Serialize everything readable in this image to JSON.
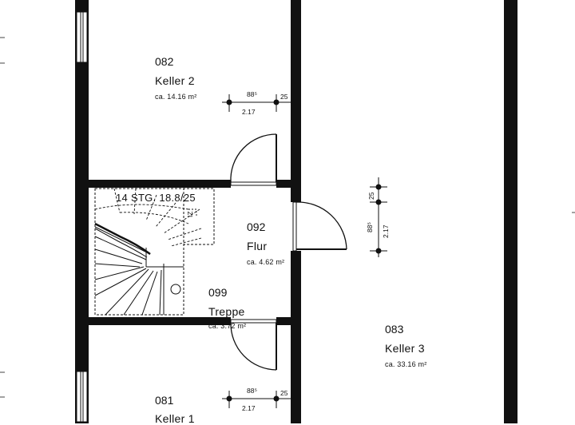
{
  "plan": {
    "stair": {
      "label": "14 STG. 18.8/25",
      "arrow_tag": "IZ"
    },
    "rooms": [
      {
        "number": "082",
        "name": "Keller 2",
        "area": "ca. 14.16 m²"
      },
      {
        "number": "092",
        "name": "Flur",
        "area": "ca. 4.62 m²"
      },
      {
        "number": "099",
        "name": "Treppe",
        "area": "ca. 3.72 m²"
      },
      {
        "number": "083",
        "name": "Keller 3",
        "area": "ca. 33.16 m²"
      },
      {
        "number": "081",
        "name": "Keller 1",
        "area": ""
      }
    ],
    "door_dims": [
      {
        "sill": "88⁵",
        "width": "2.17",
        "side": "25"
      },
      {
        "sill": "88⁵",
        "width": "2.17",
        "side": "25"
      },
      {
        "sill": "88⁵",
        "width": "2.17",
        "side": "25"
      }
    ]
  }
}
